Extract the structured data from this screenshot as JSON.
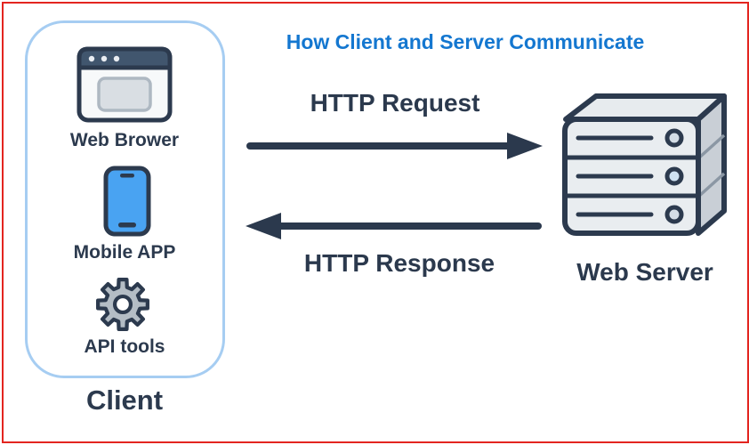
{
  "title": "How Client and Server Communicate",
  "client": {
    "label": "Client",
    "items": [
      {
        "icon": "web-browser-icon",
        "label": "Web Brower"
      },
      {
        "icon": "mobile-app-icon",
        "label": "Mobile APP"
      },
      {
        "icon": "gear-icon",
        "label": "API tools"
      }
    ]
  },
  "server": {
    "icon": "server-icon",
    "label": "Web Server"
  },
  "arrows": {
    "request": {
      "label": "HTTP Request",
      "direction": "right"
    },
    "response": {
      "label": "HTTP Response",
      "direction": "left"
    }
  },
  "colors": {
    "frame_border": "#e32520",
    "title_blue": "#1477d0",
    "dark_navy": "#2b394d",
    "client_box_border": "#a6cdf2",
    "phone_blue": "#49a3f2",
    "gear_gray": "#b4bdc5",
    "browser_titlebar": "#41566e",
    "browser_body": "#f7f9fa",
    "browser_screen": "#d9dee3",
    "server_front": "#e9edf0",
    "server_top": "#e7ebee",
    "server_side": "#c9cfd6"
  }
}
